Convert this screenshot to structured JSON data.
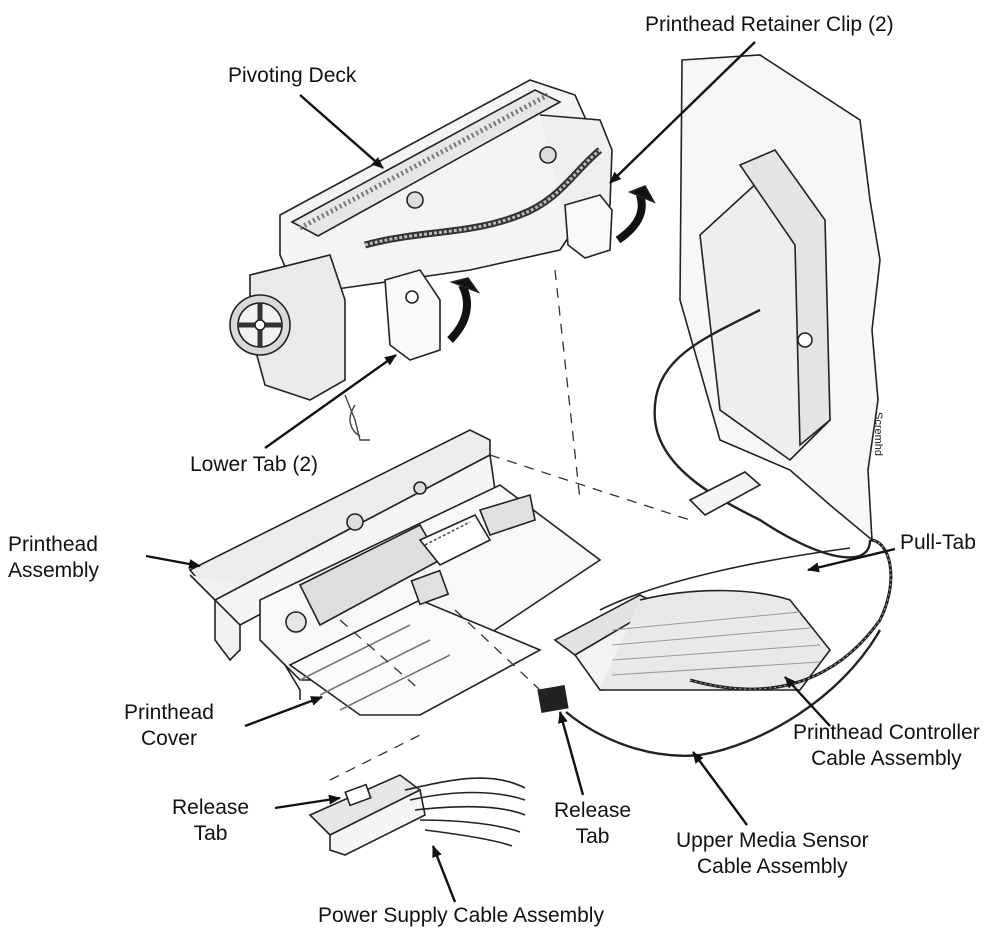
{
  "labels": {
    "retainer_clip": "Printhead Retainer Clip (2)",
    "pivoting_deck": "Pivoting Deck",
    "lower_tab": "Lower Tab (2)",
    "printhead_assembly": [
      "Printhead",
      "Assembly"
    ],
    "pull_tab": "Pull-Tab",
    "printhead_cover": [
      "Printhead",
      "Cover"
    ],
    "controller_cable": [
      "Printhead Controller",
      "Cable Assembly"
    ],
    "release_tab_left": [
      "Release",
      "Tab"
    ],
    "release_tab_mid": [
      "Release",
      "Tab"
    ],
    "upper_media_sensor": [
      "Upper Media Sensor",
      "Cable Assembly"
    ],
    "power_supply_cable": "Power Supply Cable Assembly",
    "figure_code": "Scremhd"
  },
  "colors": {
    "ink": "#111111",
    "line": "#222222",
    "fill_light": "#f2f2f2",
    "fill_mid": "#d9d9d9"
  }
}
